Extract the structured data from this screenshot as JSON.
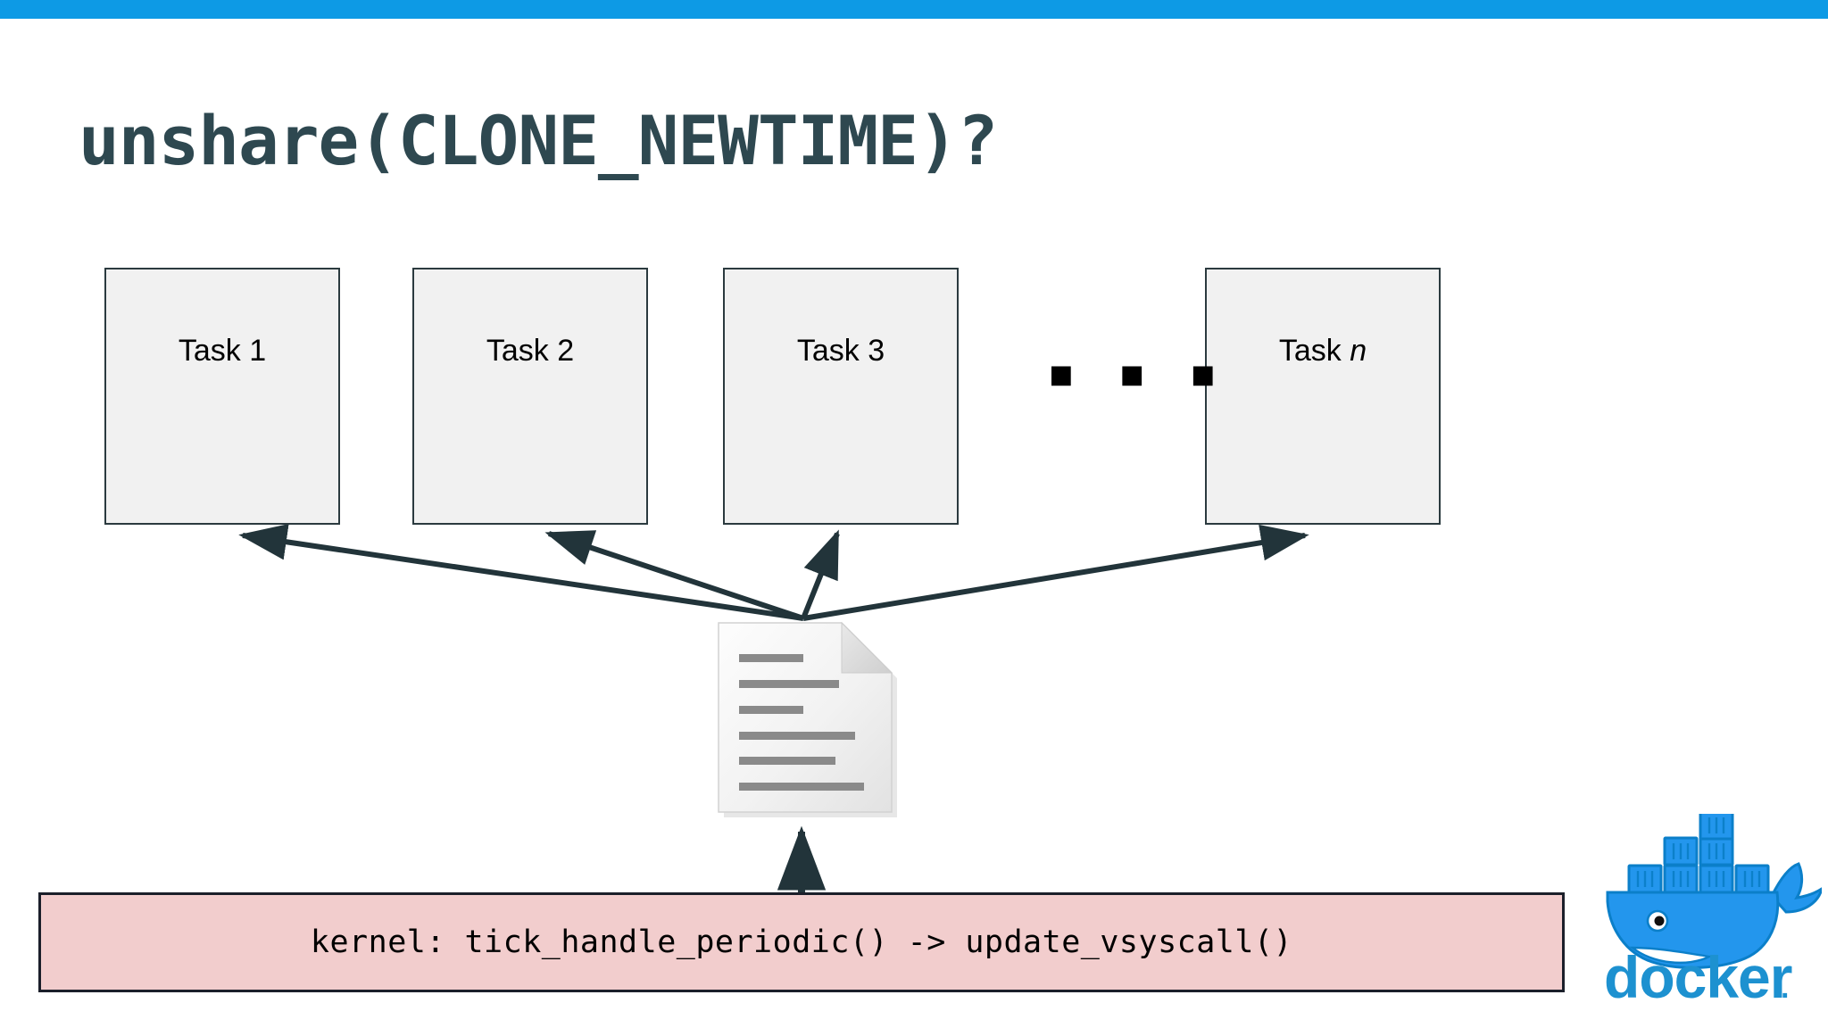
{
  "slide": {
    "title": "unshare(CLONE_NEWTIME)?",
    "accent_color": "#0d9ae5",
    "title_color": "#2e4850",
    "background_color": "#ffffff"
  },
  "diagram": {
    "type": "flow",
    "tasks": [
      {
        "id": "task-1",
        "label": "Task 1"
      },
      {
        "id": "task-2",
        "label": "Task 2"
      },
      {
        "id": "task-3",
        "label": "Task 3"
      },
      {
        "id": "task-n",
        "label_prefix": "Task ",
        "label_italic": "n"
      }
    ],
    "ellipsis": "▪ ▪ ▪",
    "box_fill_color": "#f1f1f1",
    "box_border_color": "#2b3a3f",
    "arrow_color": "#22343a",
    "center_node": {
      "name": "document-icon",
      "line_count": 6
    },
    "arrows": [
      {
        "from": "document-icon",
        "to": "task-1"
      },
      {
        "from": "document-icon",
        "to": "task-2"
      },
      {
        "from": "document-icon",
        "to": "task-3"
      },
      {
        "from": "document-icon",
        "to": "task-n"
      },
      {
        "from": "kernel-banner",
        "to": "document-icon"
      }
    ]
  },
  "kernel_banner": {
    "text": "kernel: tick_handle_periodic() -> update_vsyscall()",
    "fill_color": "#f2cdcd",
    "border_color": "#1b1f2a"
  },
  "branding": {
    "name": "docker",
    "wordmark": "docker",
    "wordmark_period": ".",
    "color": "#1d91d0",
    "whale_color": "#2396ed"
  }
}
